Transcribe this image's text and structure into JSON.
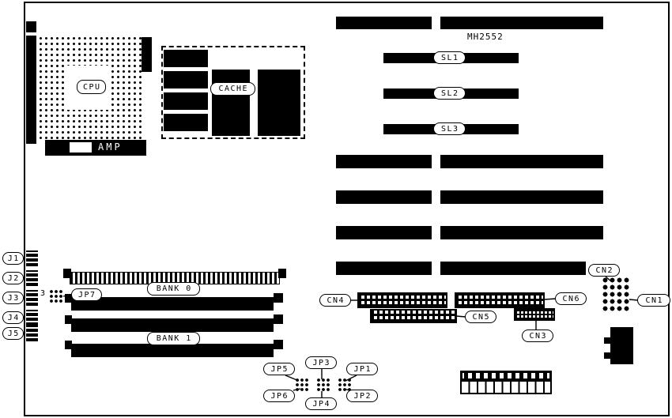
{
  "colors": {
    "foreground": "#000000",
    "background": "#ffffff"
  },
  "board": {
    "model": "MH2552"
  },
  "cpu": {
    "label": "CPU",
    "amp_label": "AMP"
  },
  "cache": {
    "label": "CACHE"
  },
  "slots": {
    "sl1": "SL1",
    "sl2": "SL2",
    "sl3": "SL3"
  },
  "memory": {
    "bank0": "BANK 0",
    "bank1": "BANK 1"
  },
  "left_connectors": {
    "j1": "J1",
    "j2": "J2",
    "j3": "J3",
    "j4": "J4",
    "j5": "J5"
  },
  "jumpers": {
    "jp1": "JP1",
    "jp2": "JP2",
    "jp3": "JP3",
    "jp4": "JP4",
    "jp5": "JP5",
    "jp6": "JP6",
    "jp7": "JP7",
    "jp7_pin": "3"
  },
  "connectors": {
    "cn1": "CN1",
    "cn2": "CN2",
    "cn3": "CN3",
    "cn4": "CN4",
    "cn5": "CN5",
    "cn6": "CN6"
  }
}
